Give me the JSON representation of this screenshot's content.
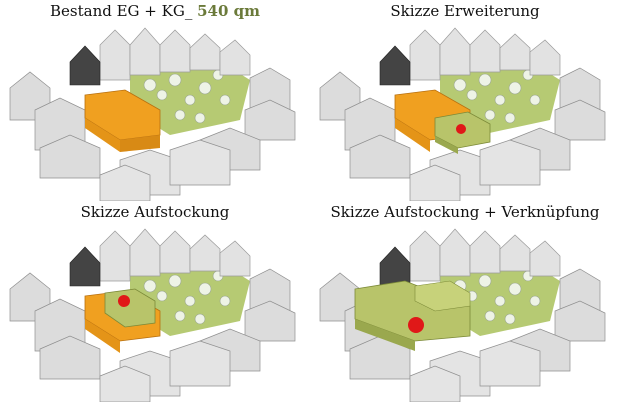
{
  "colors": {
    "existing_building": "#f0a020",
    "new_building": "#b8c46a",
    "marker": "#e01818",
    "accent_text": "#6b7a3a",
    "courtyard": "#a9c15a",
    "houses": "#d9d9d9"
  },
  "panels": [
    {
      "title": "Bestand EG + KG_ ",
      "title_accent": "540 qm"
    },
    {
      "title": "Skizze  Erweiterung",
      "title_accent": ""
    },
    {
      "title": "Skizze  Aufstockung",
      "title_accent": ""
    },
    {
      "title": "Skizze  Aufstockung + Verknüpfung",
      "title_accent": ""
    }
  ]
}
